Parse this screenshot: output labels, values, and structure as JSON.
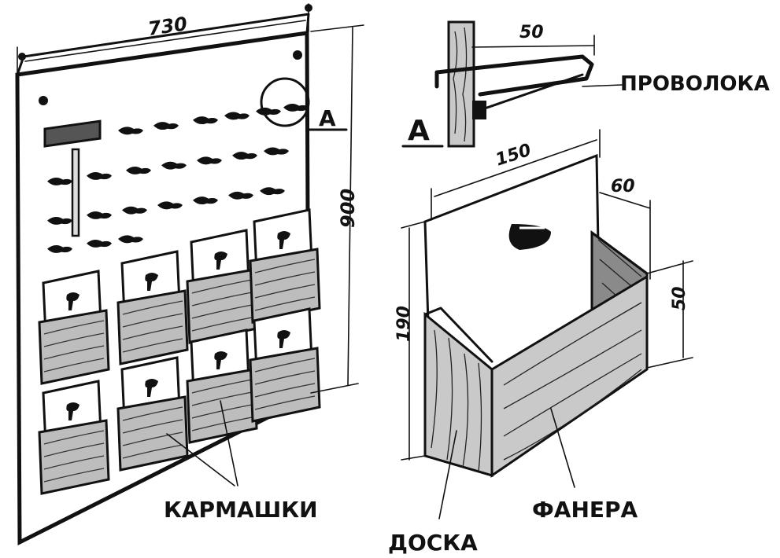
{
  "title": "",
  "dimensions": {
    "board_width": "730",
    "board_height": "900",
    "hook_length": "50",
    "pocket_width": "150",
    "pocket_depth": "60",
    "pocket_height": "190",
    "pocket_front_height": "50"
  },
  "labels": {
    "detail_callout": "A",
    "detail_view": "A",
    "wire": "ПРОВОЛОКА",
    "pockets": "КАРМАШКИ",
    "plywood": "ФАНЕРА",
    "plank": "ДОСКА"
  }
}
